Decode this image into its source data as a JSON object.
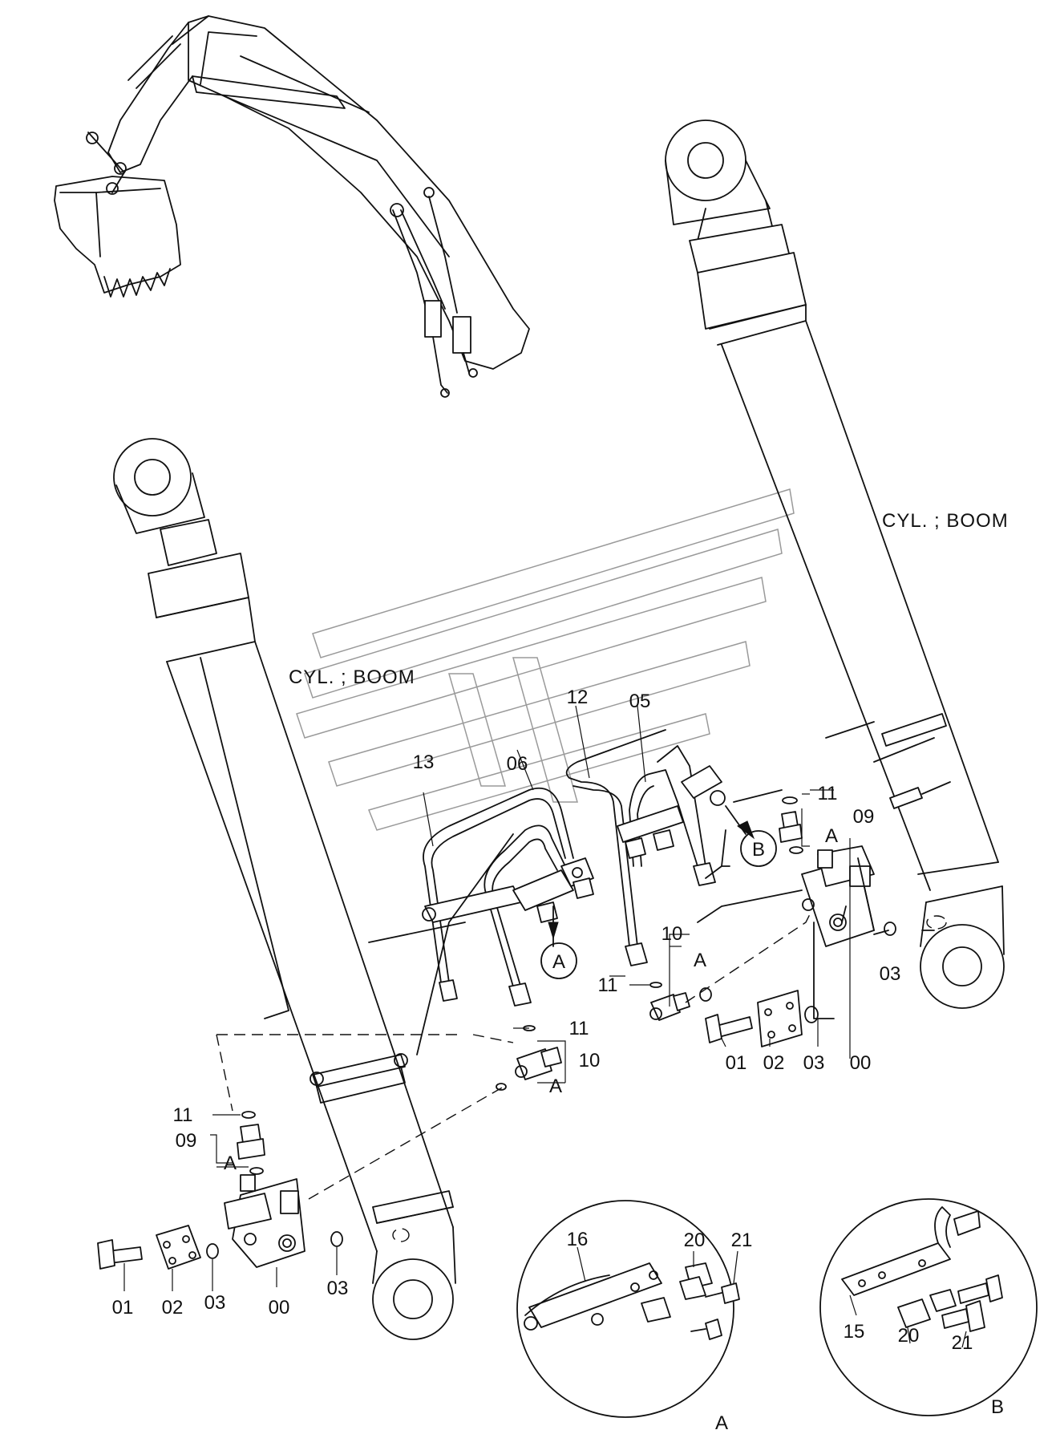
{
  "cyl_labels": {
    "right": "CYL. ; BOOM",
    "left": "CYL. ; BOOM"
  },
  "parts": {
    "p00": "00",
    "p01": "01",
    "p02": "02",
    "p03": "03",
    "p05": "05",
    "p06": "06",
    "p09": "09",
    "p10": "10",
    "p11": "11",
    "p12": "12",
    "p13": "13",
    "p15": "15",
    "p16": "16",
    "p20": "20",
    "p21": "21"
  },
  "detail_marks": {
    "A": "A",
    "B": "B"
  }
}
